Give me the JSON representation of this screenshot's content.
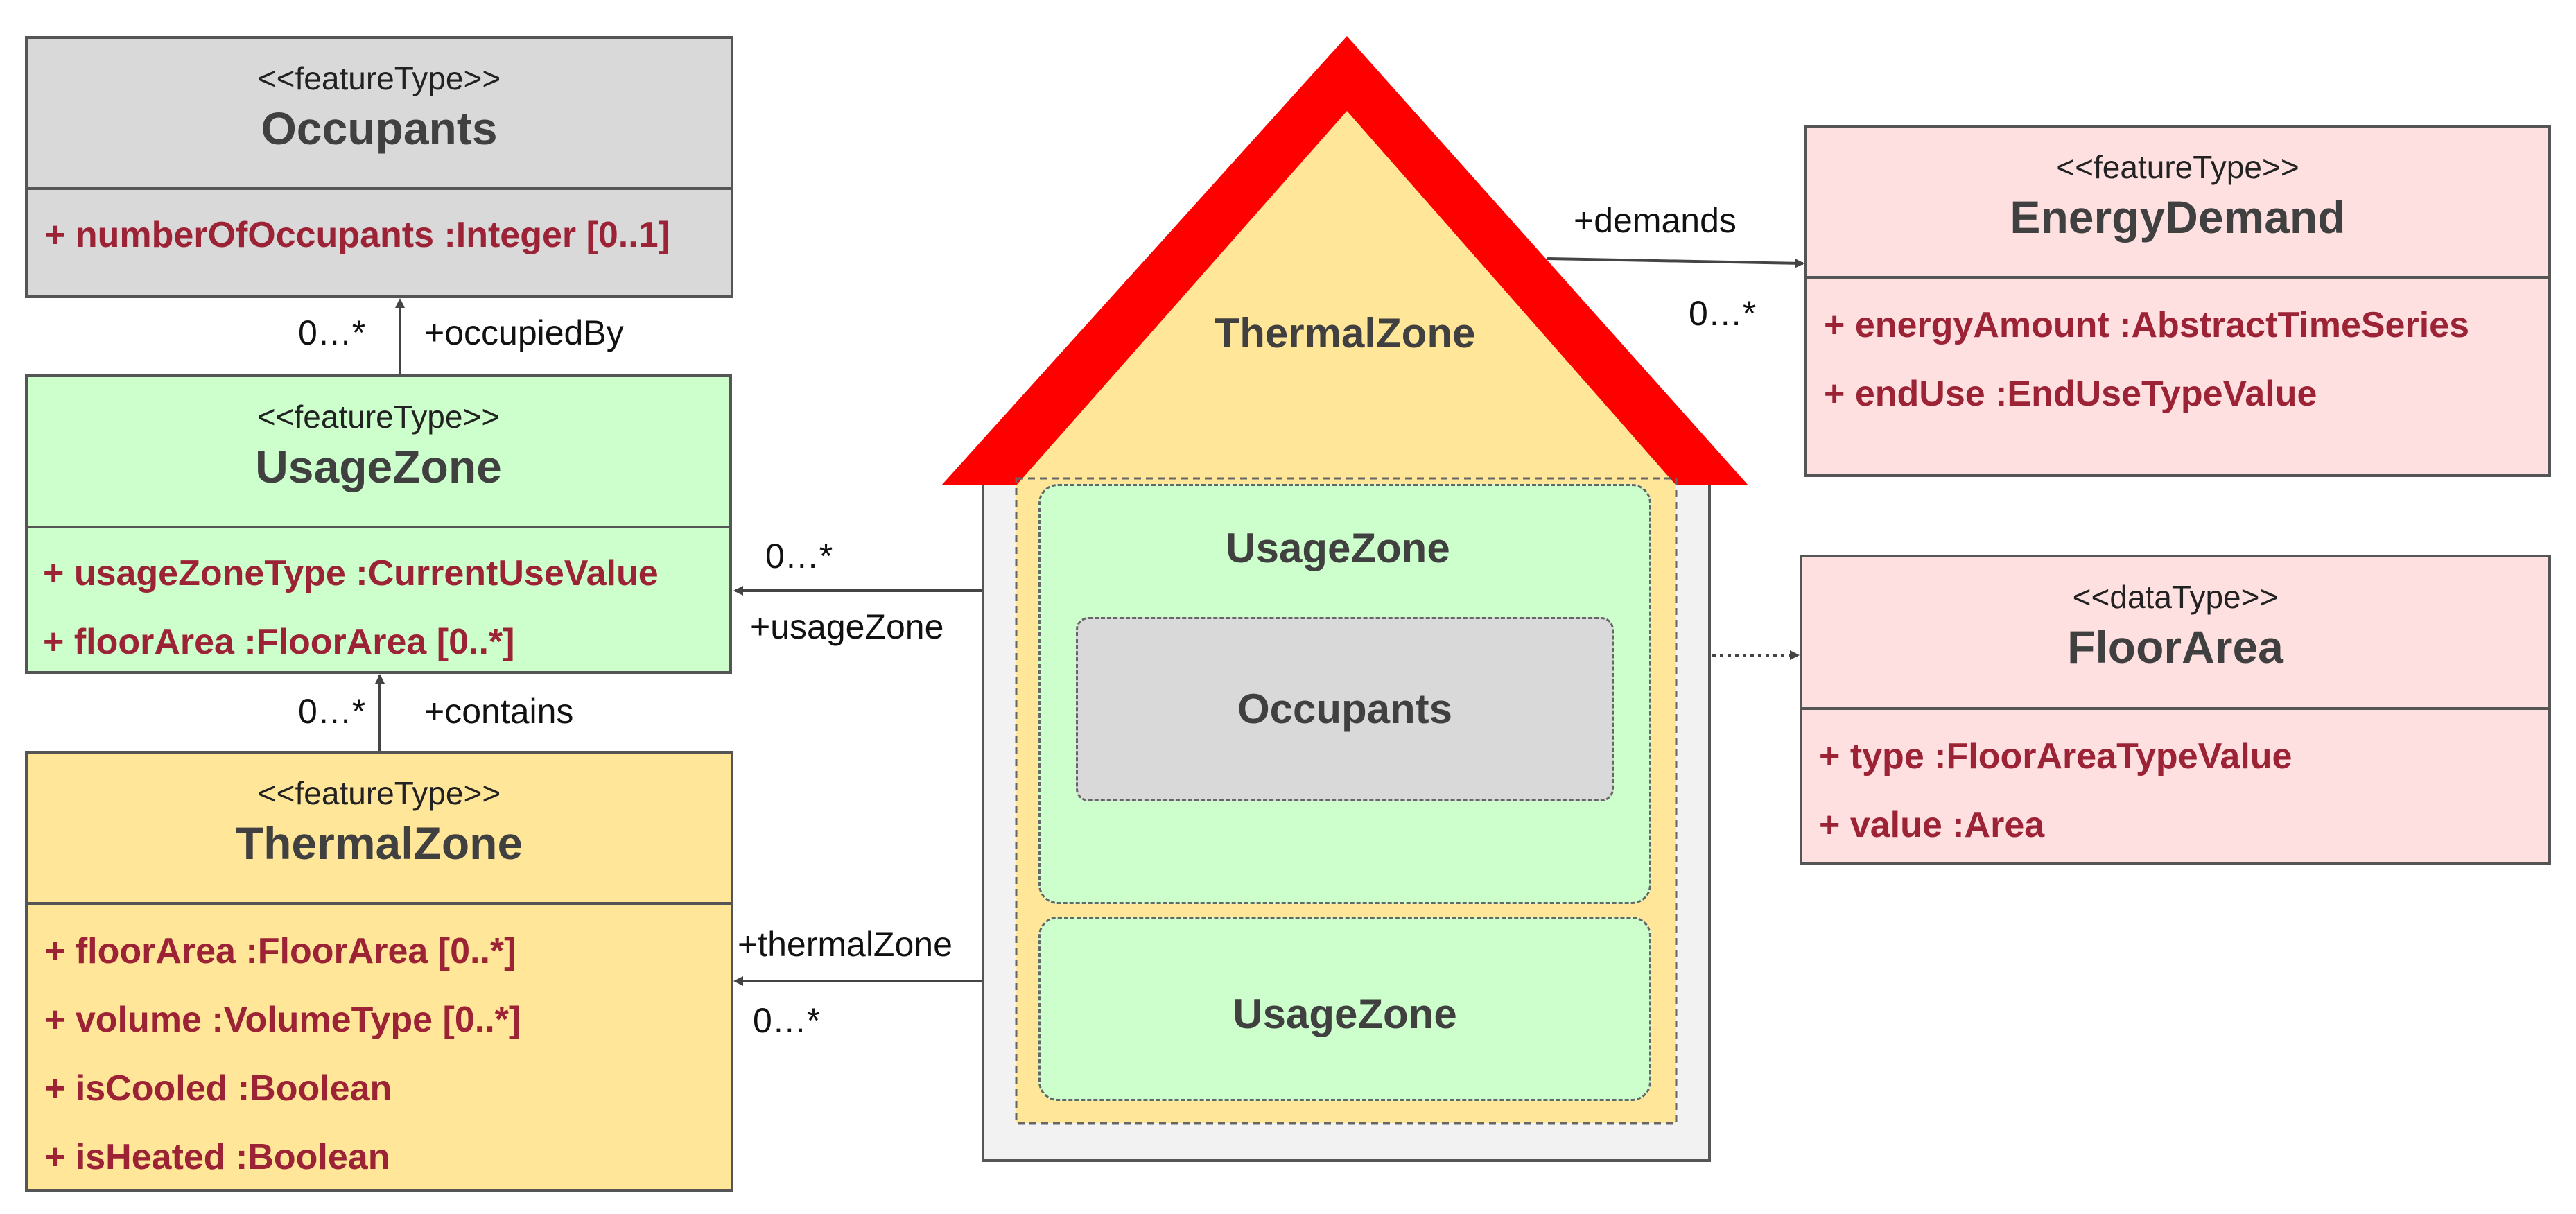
{
  "classes": {
    "occupants": {
      "stereotype": "<<featureType>>",
      "name": "Occupants",
      "attributes": [
        "+  numberOfOccupants :Integer [0..1]"
      ],
      "color": "#d9d9d9"
    },
    "usage_zone": {
      "stereotype": "<<featureType>>",
      "name": "UsageZone",
      "attributes": [
        "+ usageZoneType :CurrentUseValue",
        "+ floorArea :FloorArea [0..*]"
      ],
      "color": "#ccffcc"
    },
    "thermal_zone": {
      "stereotype": "<<featureType>>",
      "name": "ThermalZone",
      "attributes": [
        "+  floorArea :FloorArea [0..*]",
        "+  volume :VolumeType [0..*]",
        "+  isCooled :Boolean",
        "+  isHeated :Boolean"
      ],
      "color": "#ffe699"
    },
    "energy_demand": {
      "stereotype": "<<featureType>>",
      "name": "EnergyDemand",
      "attributes": [
        "+  energyAmount :AbstractTimeSeries",
        "+  endUse :EndUseTypeValue"
      ],
      "color": "#ffe0e0"
    },
    "floor_area": {
      "stereotype": "<<dataType>>",
      "name": "FloorArea",
      "attributes": [
        "+  type :FloorAreaTypeValue",
        "+  value :Area"
      ],
      "color": "#ffe0e0"
    }
  },
  "associations": {
    "occupied_by": {
      "multiplicity": "0…*",
      "role": "+occupiedBy"
    },
    "contains": {
      "multiplicity": "0…*",
      "role": "+contains"
    },
    "usage_zone": {
      "multiplicity": "0…*",
      "role": "+usageZone"
    },
    "thermal_zone": {
      "multiplicity": "0…*",
      "role": "+thermalZone"
    },
    "demands": {
      "multiplicity": "0…*",
      "role": "+demands"
    }
  },
  "house": {
    "thermal_zone_label": "ThermalZone",
    "usage_zone_label_1": "UsageZone",
    "occupants_label": "Occupants",
    "usage_zone_label_2": "UsageZone",
    "roof_color": "#ff0000",
    "wall_color": "#f2f2f2"
  }
}
